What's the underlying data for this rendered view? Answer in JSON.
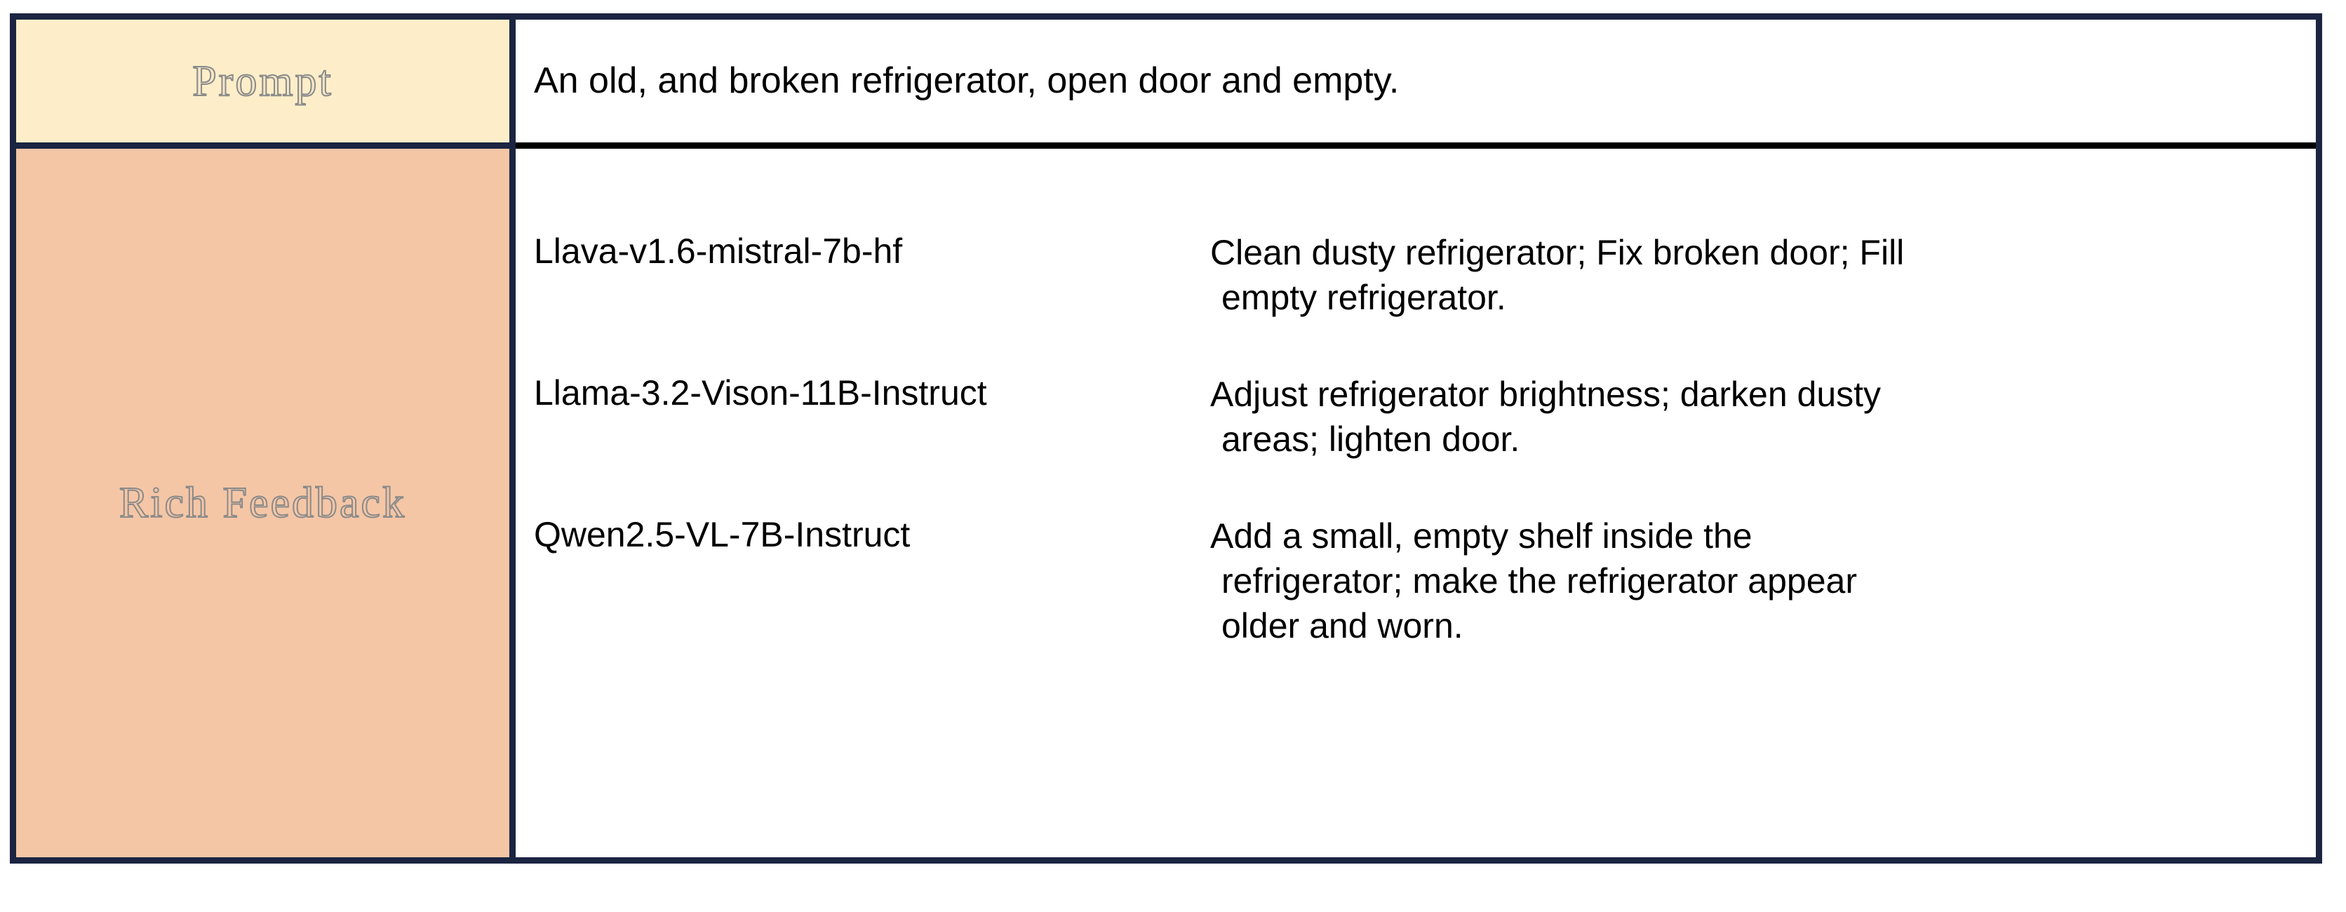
{
  "table": {
    "colors": {
      "frame_border": "#1b2441",
      "prompt_label_bg": "#fdeec9",
      "feedback_label_bg": "#f4c6a6",
      "content_bg": "#ffffff",
      "label_text_outline": "#8a8a8a",
      "row_divider": "#000000"
    },
    "rows": [
      {
        "label": "Prompt",
        "content": "An old, and broken refrigerator, open door and empty."
      },
      {
        "label": "Rich Feedback",
        "entries": [
          {
            "model": "Llava-v1.6-mistral-7b-hf",
            "feedback_lines": [
              "Clean dusty refrigerator; Fix broken door; Fill",
              "empty refrigerator."
            ]
          },
          {
            "model": "Llama-3.2-Vison-11B-Instruct",
            "feedback_lines": [
              "Adjust refrigerator brightness; darken dusty",
              "areas; lighten door."
            ]
          },
          {
            "model": "Qwen2.5-VL-7B-Instruct",
            "feedback_lines": [
              "Add a small, empty shelf inside the",
              "refrigerator; make the refrigerator appear",
              "older and worn."
            ]
          }
        ]
      }
    ]
  }
}
